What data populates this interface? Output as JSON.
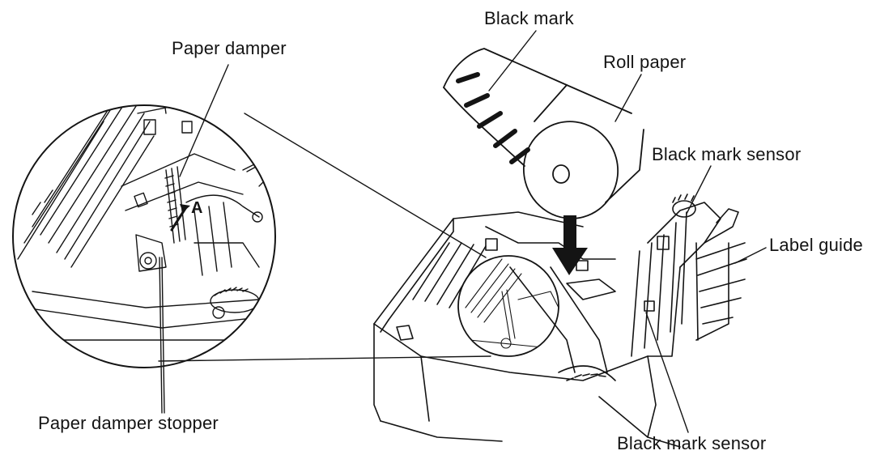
{
  "labels": {
    "black_mark": "Black mark",
    "roll_paper": "Roll paper",
    "paper_damper": "Paper damper",
    "black_mark_sensor_top": "Black mark sensor",
    "label_guide": "Label guide",
    "paper_damper_stopper": "Paper damper stopper",
    "black_mark_sensor_bottom": "Black mark sensor",
    "arrow_a": "A"
  },
  "colors": {
    "ink": "#141414",
    "background": "#ffffff"
  }
}
